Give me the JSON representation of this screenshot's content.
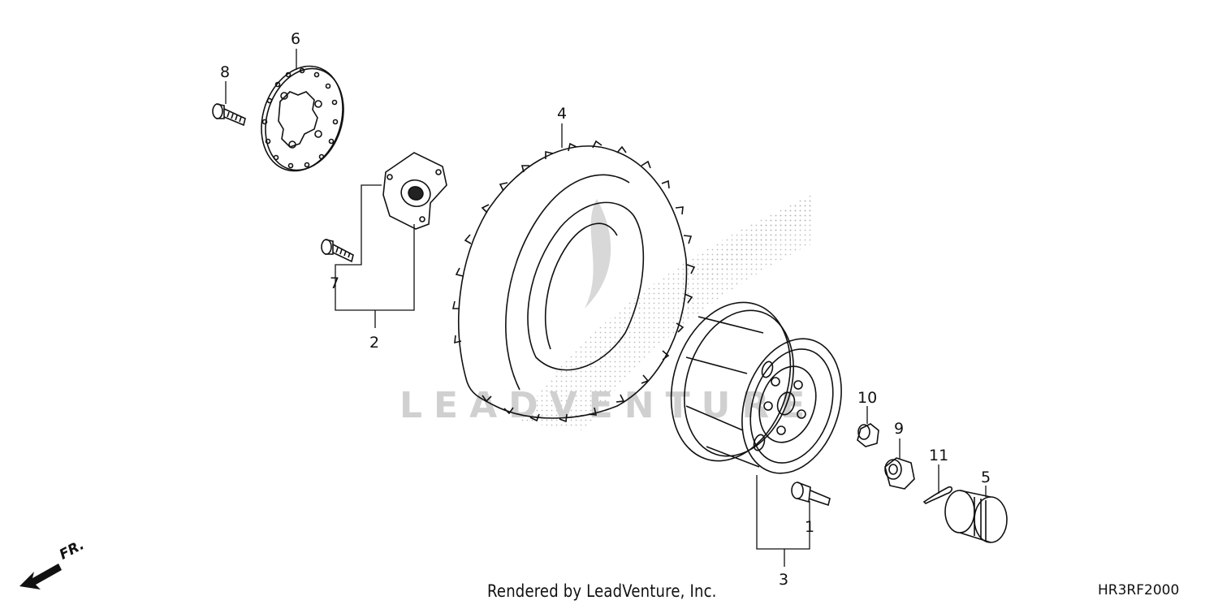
{
  "callouts": [
    {
      "id": "1",
      "text": "1"
    },
    {
      "id": "2",
      "text": "2"
    },
    {
      "id": "3",
      "text": "3"
    },
    {
      "id": "4",
      "text": "4"
    },
    {
      "id": "5",
      "text": "5"
    },
    {
      "id": "6",
      "text": "6"
    },
    {
      "id": "7",
      "text": "7"
    },
    {
      "id": "8",
      "text": "8"
    },
    {
      "id": "9",
      "text": "9"
    },
    {
      "id": "10",
      "text": "10"
    },
    {
      "id": "11",
      "text": "11"
    }
  ],
  "direction_marker": {
    "text": "FR.",
    "icon": "front-direction-arrow-icon"
  },
  "watermark": {
    "text": "LEADVENTURE"
  },
  "footer": {
    "credit": "Rendered by LeadVenture, Inc.",
    "diagram_code": "HR3RF2000"
  },
  "colors": {
    "line": "#111111",
    "watermark": "#c8c8c8"
  }
}
